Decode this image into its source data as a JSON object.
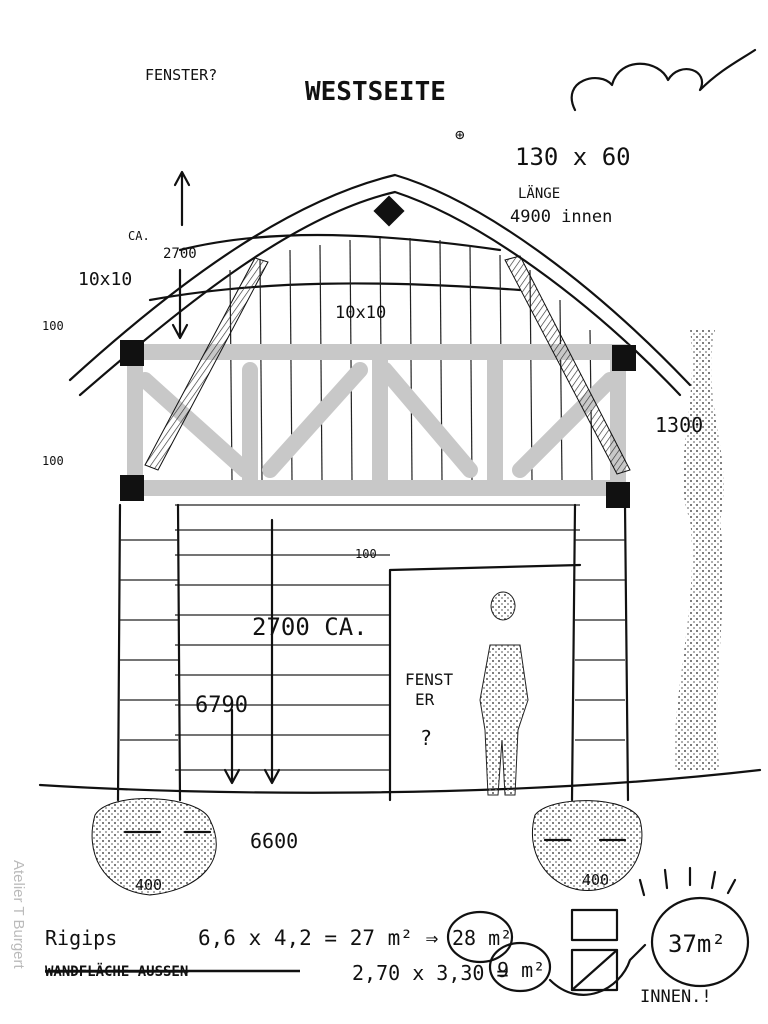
{
  "title": "WESTSEITE",
  "labels": {
    "fenster_top": "FENSTER?",
    "beam_size": "130 x 60",
    "laenge": "LÄNGE",
    "laenge_value": "4900 innen",
    "ca_label": "CA.",
    "height_top": "2700",
    "post_size_left": "10x10",
    "post_size_mid": "10x10",
    "dim_100_a": "100",
    "dim_100_b": "100",
    "dim_100_c": "100",
    "dim_1300": "1300",
    "height_wall": "2700 CA.",
    "height_total": "6790",
    "fenster_door_1": "FENST",
    "fenster_door_2": "ER",
    "fenster_door_3": "?",
    "width_total": "6600",
    "footing_left": "400",
    "footing_right": "400"
  },
  "calc": {
    "rigips": "Rigips",
    "formula1": "6,6 x 4,2 = 27 m² ⇒",
    "result1": "28 m²",
    "crossed": "WANDFLÄCHE AUSSEN",
    "formula2": "2,70 x 3,30 =",
    "result2": "9 m²",
    "total": "37m²",
    "innen": "INNEN.!"
  },
  "watermark": "Atelier T Burgert"
}
